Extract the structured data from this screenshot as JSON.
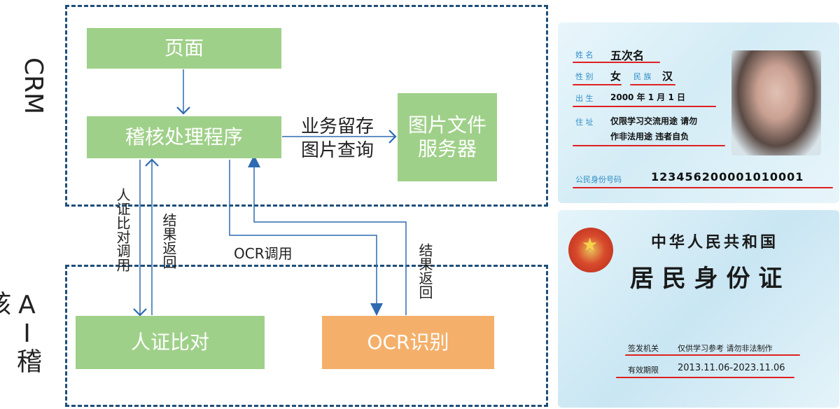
{
  "side_labels": {
    "crm": "CRM",
    "ai": "AI稽核"
  },
  "boxes": {
    "page": "页面",
    "audit_program": "稽核处理程序",
    "image_server": "图片文件服务器",
    "face_compare": "人证比对",
    "ocr": "OCR识别"
  },
  "arrow_labels": {
    "store_query": "业务留存\n图片查询",
    "face_call": "人证比对调用",
    "result_return_left": "结果返回",
    "ocr_call": "OCR调用",
    "result_return_right": "结果返回"
  },
  "id_front": {
    "name_label": "姓 名",
    "name": "五次名",
    "gender_label": "性 别",
    "gender": "女",
    "ethnicity_label": "民 族",
    "ethnicity": "汉",
    "birth_label": "出 生",
    "birth": "2000 年 1 月 1 日",
    "address_label": "住 址",
    "address_line1": "仅限学习交流用途 请勿",
    "address_line2": "作非法用途 违者自负",
    "id_label": "公民身份号码",
    "id_number": "123456200001010001"
  },
  "id_back": {
    "country": "中华人民共和国",
    "card_title": "居 民 身 份 证",
    "authority_label": "签发机关",
    "authority": "仅供学习参考 请勿非法制作",
    "validity_label": "有效期限",
    "validity": "2013.11.06-2023.11.06"
  },
  "colors": {
    "dashed": "#1f4e79",
    "green_box": "#9fd089",
    "orange_box": "#f4b06b",
    "arrow": "#2e6bb0",
    "underline": "#e02020"
  }
}
